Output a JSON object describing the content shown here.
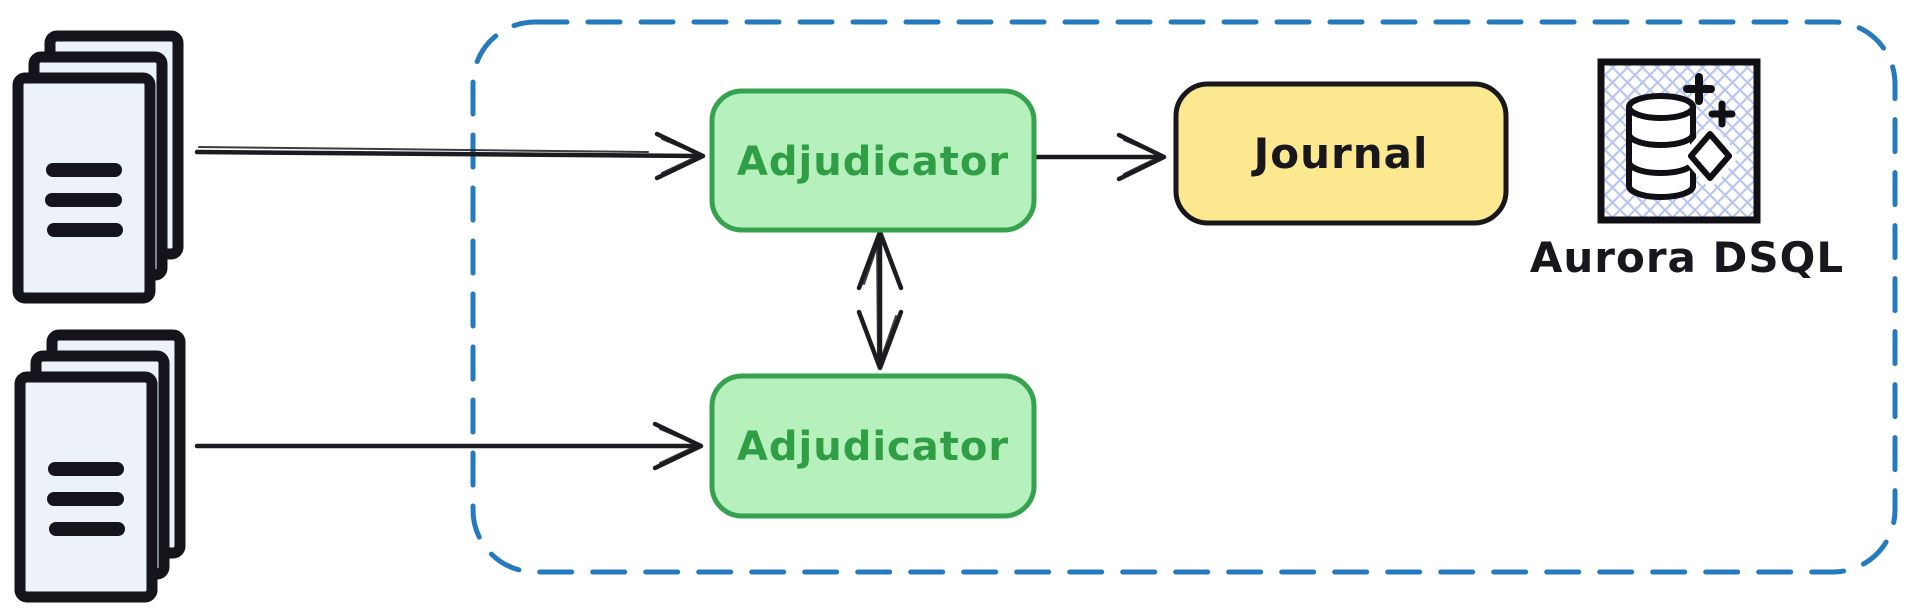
{
  "diagram": {
    "kind": "hand-drawn architecture sketch",
    "boundary": {
      "style": "dashed rounded rectangle",
      "color": "#2579be"
    },
    "nodes": {
      "adjudicator_top": {
        "label": "Adjudicator",
        "fill": "#b5f0bd",
        "stroke": "#36a24f",
        "text_color": "#2f9e44"
      },
      "adjudicator_bottom": {
        "label": "Adjudicator",
        "fill": "#b5f0bd",
        "stroke": "#36a24f",
        "text_color": "#2f9e44"
      },
      "journal": {
        "label": "Journal",
        "fill": "#fbe88f",
        "stroke": "#17171c",
        "text_color": "#17171c"
      },
      "aurora_dsql": {
        "label": "Aurora DSQL",
        "icon": "aurora-dsql-database-icon",
        "hatch_color": "#b9c6f2"
      }
    },
    "sources": [
      {
        "icon": "document-stack-icon",
        "position": "top-left",
        "fill": "#edf1f8"
      },
      {
        "icon": "document-stack-icon",
        "position": "bottom-left",
        "fill": "#edf1f8"
      }
    ],
    "edges": [
      {
        "from": "top document stack",
        "to": "Adjudicator (top)",
        "direction": "one-way"
      },
      {
        "from": "bottom document stack",
        "to": "Adjudicator (bottom)",
        "direction": "one-way"
      },
      {
        "from": "Adjudicator (top)",
        "to": "Journal",
        "direction": "one-way"
      },
      {
        "from": "Adjudicator (top)",
        "to": "Adjudicator (bottom)",
        "direction": "two-way"
      }
    ],
    "ink_color": "#1b1b20",
    "background": "#ffffff"
  }
}
